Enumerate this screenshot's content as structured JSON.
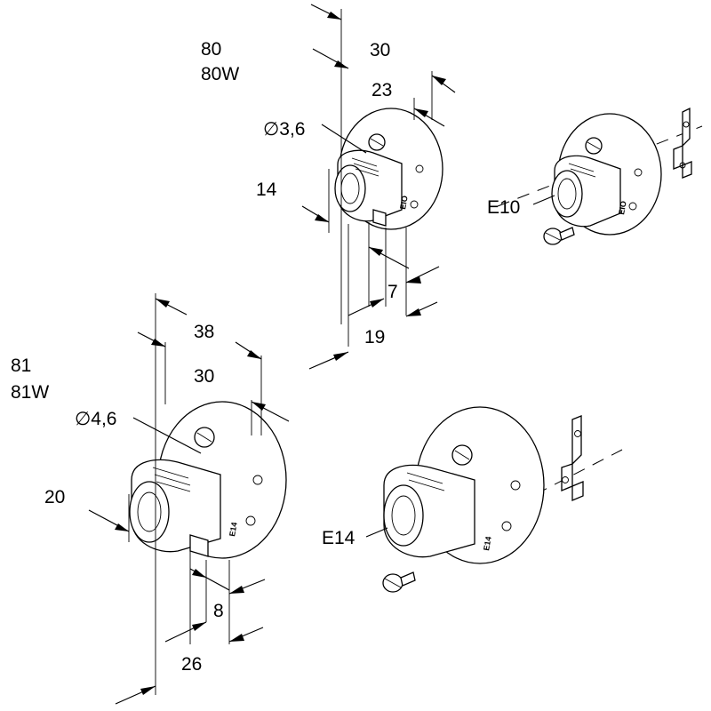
{
  "holder_small": {
    "model": "80",
    "model_variant": "80W",
    "hole": "∅3,6",
    "dim_a": "30",
    "dim_b": "23",
    "dim_c": "14",
    "dim_d": "7",
    "dim_e": "19",
    "stamp": "EIO"
  },
  "holder_large": {
    "model": "81",
    "model_variant": "81W",
    "hole": "∅4,6",
    "dim_a": "38",
    "dim_b": "30",
    "dim_c": "20",
    "dim_d": "8",
    "dim_e": "26",
    "stamp": "E14"
  },
  "variant_small": {
    "thread": "E10",
    "stamp": "EIO"
  },
  "variant_large": {
    "thread": "E14",
    "stamp": "E14"
  }
}
